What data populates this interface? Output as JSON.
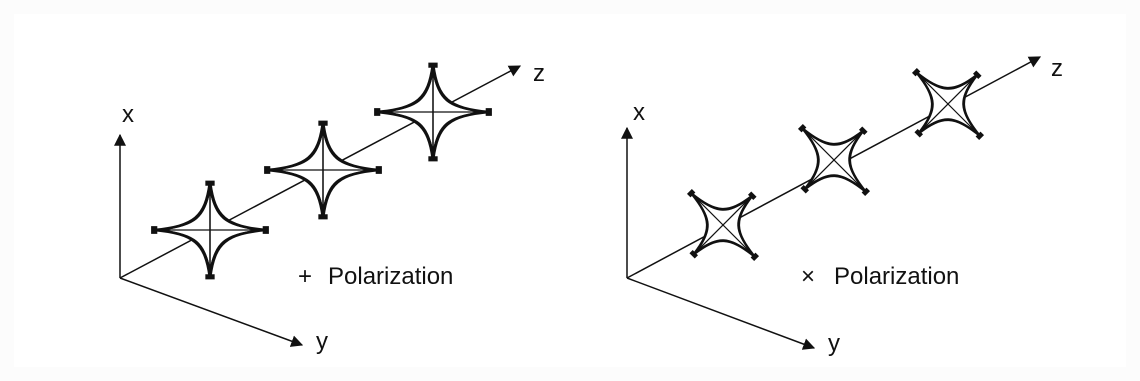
{
  "panels": [
    {
      "id": "plus",
      "axis_labels": {
        "x": "x",
        "y": "y",
        "z": "z"
      },
      "symbol": "+",
      "caption": "Polarization"
    },
    {
      "id": "cross",
      "axis_labels": {
        "x": "x",
        "y": "y",
        "z": "z"
      },
      "symbol": "×",
      "caption": "Polarization"
    }
  ],
  "colors": {
    "ink": "#111111",
    "background": "#ffffff"
  }
}
